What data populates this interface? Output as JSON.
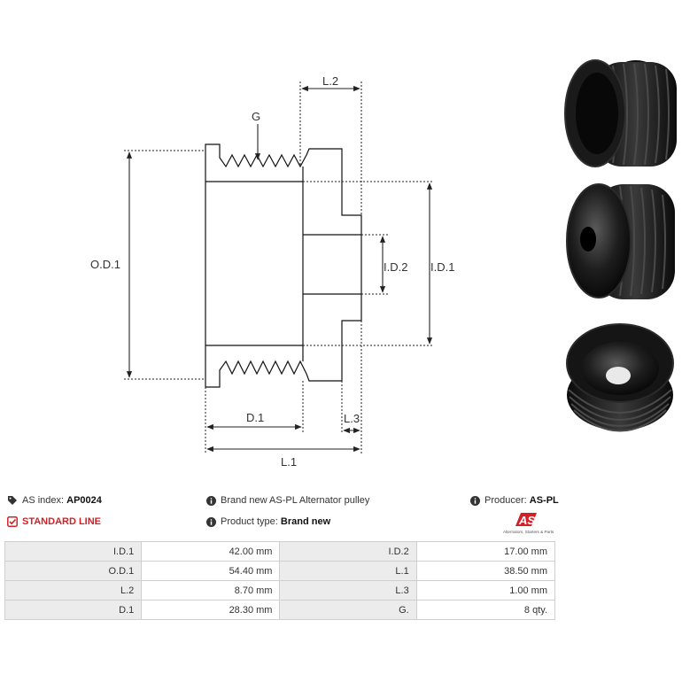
{
  "diagram": {
    "labels": {
      "g": "G",
      "l2": "L.2",
      "od1": "O.D.1",
      "id2": "I.D.2",
      "id1": "I.D.1",
      "d1": "D.1",
      "l3": "L.3",
      "l1": "L.1"
    }
  },
  "info": {
    "as_index_label": "AS index:",
    "as_index_value": "AP0024",
    "description": "Brand new AS-PL Alternator pulley",
    "producer_label": "Producer:",
    "producer_value": "AS-PL",
    "standard_line": "STANDARD LINE",
    "product_type_label": "Product type:",
    "product_type_value": "Brand new",
    "logo_text": "AS",
    "logo_tagline": "Alternators, Starters & Parts"
  },
  "specs": {
    "rows": [
      [
        {
          "label": "I.D.1",
          "value": "42.00 mm"
        },
        {
          "label": "I.D.2",
          "value": "17.00 mm"
        }
      ],
      [
        {
          "label": "O.D.1",
          "value": "54.40 mm"
        },
        {
          "label": "L.1",
          "value": "38.50 mm"
        }
      ],
      [
        {
          "label": "L.2",
          "value": "8.70 mm"
        },
        {
          "label": "L.3",
          "value": "1.00 mm"
        }
      ],
      [
        {
          "label": "D.1",
          "value": "28.30 mm"
        },
        {
          "label": "G.",
          "value": "8 qty."
        }
      ]
    ]
  },
  "colors": {
    "standard_line": "#d32027",
    "table_label_bg": "#ececec",
    "table_border": "#cfcfcf"
  }
}
